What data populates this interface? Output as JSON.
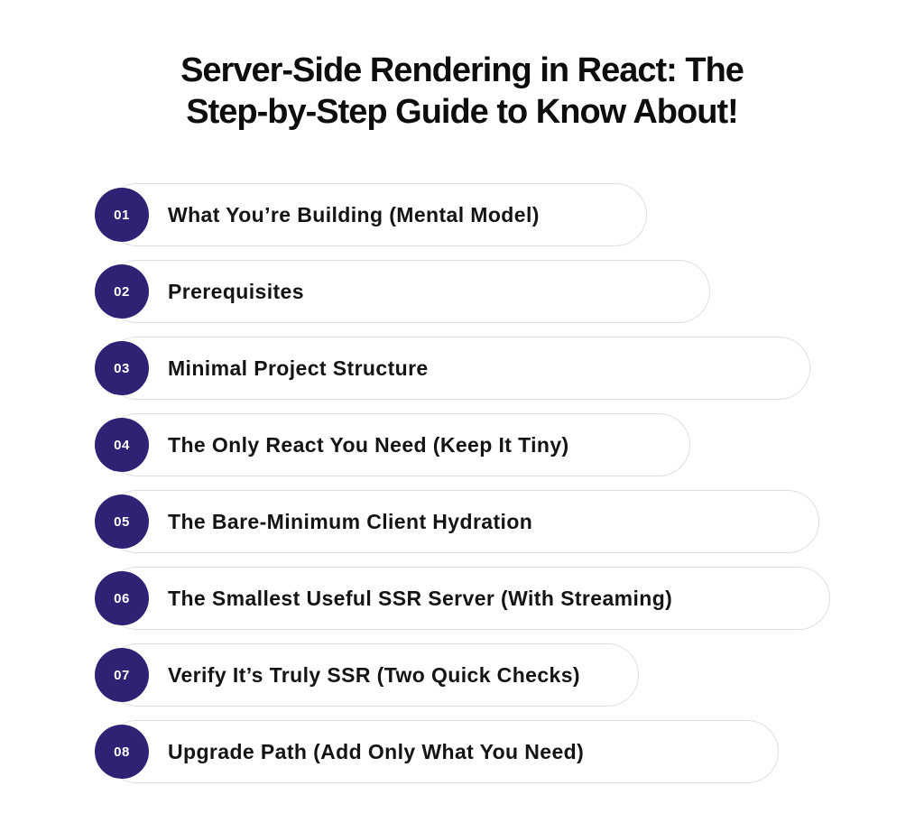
{
  "page": {
    "background_color": "#ffffff"
  },
  "title": {
    "line1": "Server-Side Rendering in React: The",
    "line2": "Step-by-Step Guide to Know About!",
    "color": "#0d0d0d"
  },
  "colors": {
    "badge_background": "#2e2274",
    "badge_text": "#ffffff",
    "pill_border": "#e0e0e0",
    "pill_background": "#ffffff",
    "label_text": "#141414"
  },
  "steps": [
    {
      "number": "01",
      "label": "What You’re Building (Mental Model)",
      "pill_width": 600
    },
    {
      "number": "02",
      "label": "Prerequisites",
      "pill_width": 670
    },
    {
      "number": "03",
      "label": "Minimal Project Structure",
      "pill_width": 781
    },
    {
      "number": "04",
      "label": "The Only React You Need (Keep It Tiny)",
      "pill_width": 648
    },
    {
      "number": "05",
      "label": "The Bare-Minimum Client Hydration",
      "pill_width": 791
    },
    {
      "number": "06",
      "label": "The Smallest Useful SSR Server (With Streaming)",
      "pill_width": 803
    },
    {
      "number": "07",
      "label": "Verify It’s Truly SSR (Two Quick Checks)",
      "pill_width": 591
    },
    {
      "number": "08",
      "label": "Upgrade Path (Add Only What You Need)",
      "pill_width": 746
    }
  ]
}
